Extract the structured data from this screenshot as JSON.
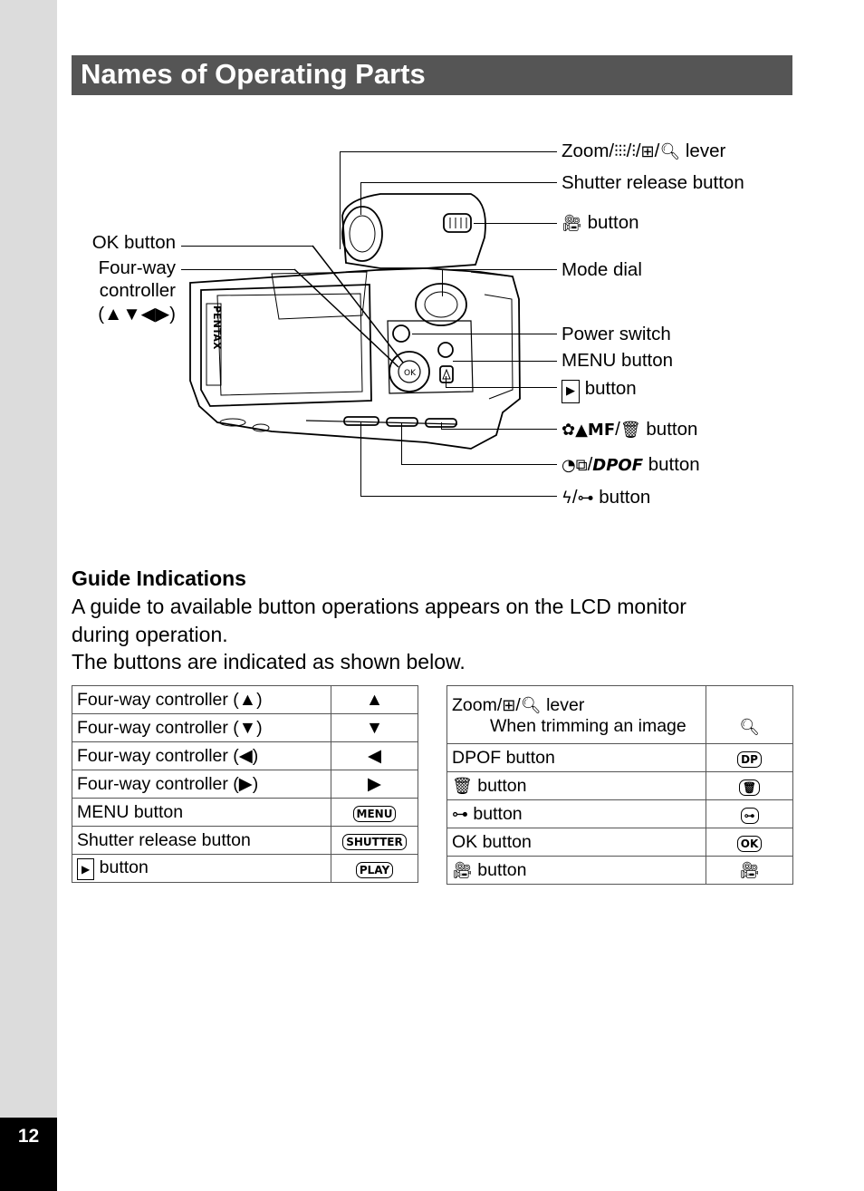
{
  "page": {
    "title": "Names of Operating Parts",
    "page_number": "12"
  },
  "callouts": {
    "zoom_lever": "lever",
    "shutter_release": "Shutter release button",
    "movie_button": "button",
    "ok_button": "OK button",
    "four_way_line1": "Four-way",
    "four_way_line2": "controller",
    "four_way_line3": "(▲▼◀▶)",
    "mode_dial": "Mode dial",
    "power_switch": "Power switch",
    "menu_button": "MENU button",
    "play_button": "button",
    "focus_delete_button": "button",
    "self_timer_dpof_button": "button",
    "flash_protect_button": "button"
  },
  "guide": {
    "heading": "Guide Indications",
    "line1": "A guide to available button operations appears on the LCD monitor",
    "line2": "during operation.",
    "line3": "The buttons are indicated as shown below."
  },
  "left_table": [
    {
      "label": "Four-way controller (▲)",
      "icon": "▲"
    },
    {
      "label": "Four-way controller (▼)",
      "icon": "▼"
    },
    {
      "label": "Four-way controller (◀)",
      "icon": "◀"
    },
    {
      "label": "Four-way controller (▶)",
      "icon": "▶"
    },
    {
      "label": "MENU button",
      "icon": "MENU"
    },
    {
      "label": "Shutter release button",
      "icon": "SHUTTER"
    },
    {
      "label": "button",
      "icon": "PLAY"
    }
  ],
  "right_table": {
    "zoom_label": "lever",
    "zoom_sub": "When trimming an image",
    "rows": [
      {
        "label": "DPOF button",
        "icon": "DP"
      },
      {
        "label": "button",
        "icon": "trash"
      },
      {
        "label": "button",
        "icon": "key"
      },
      {
        "label": "OK button",
        "icon": "OK"
      },
      {
        "label": "button",
        "icon": "movie"
      }
    ]
  },
  "colors": {
    "title_bar": "#555555",
    "side_strip": "#dcdcdc",
    "page_tab": "#000000"
  }
}
